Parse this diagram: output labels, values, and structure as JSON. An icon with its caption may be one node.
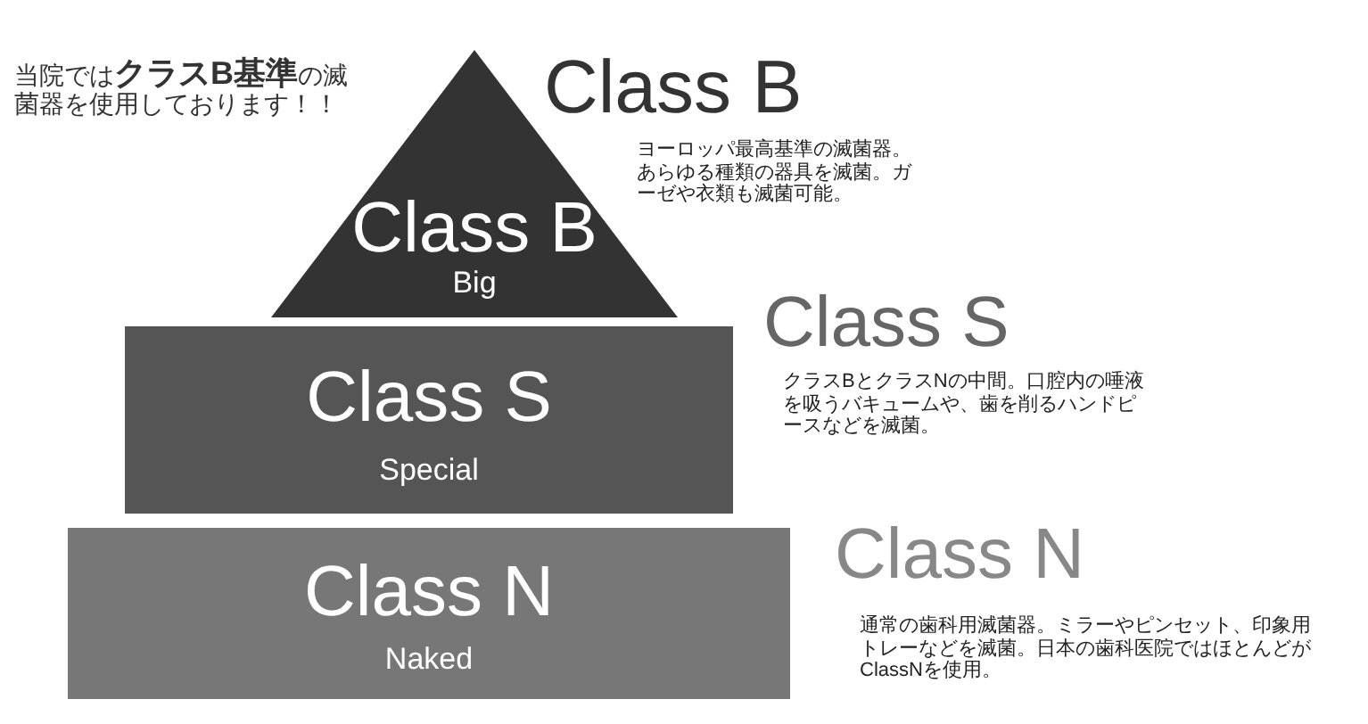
{
  "diagram": {
    "nodes": [
      {
        "text": [
          "Class B",
          "Big"
        ],
        "beside": [
          "Class B",
          "ヨーロッパ最高基準の滅菌器。あらゆる種類の器具を滅菌。ガーゼや衣類も滅菌可能。"
        ]
      },
      {
        "text": [
          "Class S",
          "Special"
        ],
        "beside": [
          "Class S",
          "クラスBとクラスNの中間。口腔内の唾液を吸うバキュームや、歯を削るハンドピースなどを滅菌。"
        ]
      },
      {
        "text": [
          "Class N",
          "Naked"
        ],
        "beside": [
          "Class N",
          "通常の歯科用滅菌器。ミラーやピンセット、印象用トレーなどを滅菌。日本の歯科医院ではほとんどがClassNを使用。"
        ]
      }
    ],
    "labels": [
      "当院では**クラスB基準**の滅菌器を使用しております！！"
    ]
  }
}
